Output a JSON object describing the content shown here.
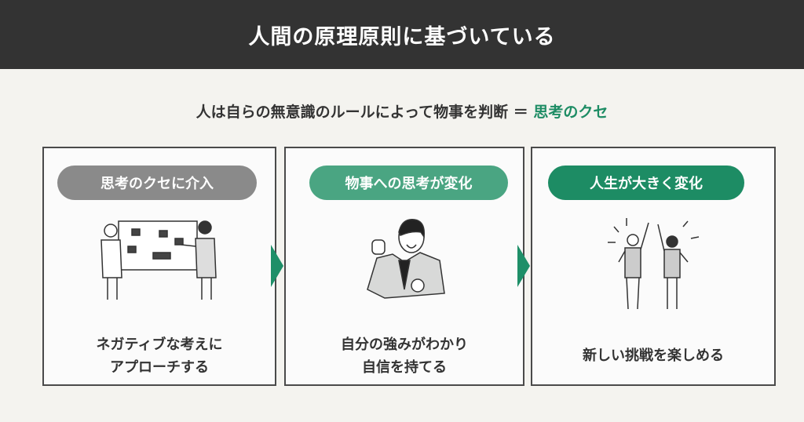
{
  "header": {
    "title": "人間の原理原則に基づいている"
  },
  "subtitle": {
    "text": "人は自らの無意識のルールによって物事を判断 ＝ ",
    "highlight": "思考のクセ"
  },
  "colors": {
    "header": "#333333",
    "accent": "#1d8c64",
    "pill1": "#8a8a8a",
    "pill2": "#4aa582",
    "pill3": "#1d8c64"
  },
  "steps": [
    {
      "label": "思考のクセに介入",
      "caption": [
        "ネガティブな考えに",
        "アプローチする"
      ],
      "icon": "whiteboard-meeting-illustration"
    },
    {
      "label": "物事への思考が変化",
      "caption": [
        "自分の強みがわかり",
        "自信を持てる"
      ],
      "icon": "confident-businessman-illustration"
    },
    {
      "label": "人生が大きく変化",
      "caption": [
        "新しい挑戦を楽しめる"
      ],
      "icon": "celebrating-people-illustration"
    }
  ]
}
